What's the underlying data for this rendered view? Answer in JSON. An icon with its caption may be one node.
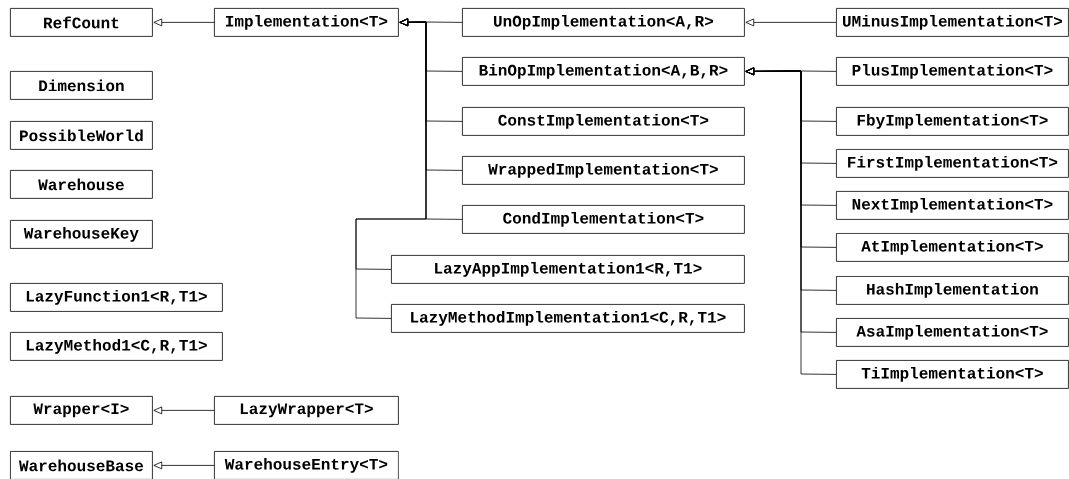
{
  "diagram": {
    "nodes": [
      {
        "text": [
          "RefCount"
        ]
      },
      {
        "text": [
          "Implementation<T>"
        ]
      },
      {
        "text": [
          "UnOpImplementation<A,R>"
        ]
      },
      {
        "text": [
          "UMinusImplementation<T>"
        ]
      },
      {
        "text": [
          "Dimension"
        ]
      },
      {
        "text": [
          "BinOpImplementation<A,B,R>"
        ]
      },
      {
        "text": [
          "PlusImplementation<T>"
        ]
      },
      {
        "text": [
          "PossibleWorld"
        ]
      },
      {
        "text": [
          "ConstImplementation<T>"
        ]
      },
      {
        "text": [
          "FbyImplementation<T>"
        ]
      },
      {
        "text": [
          "FirstImplementation<T>"
        ]
      },
      {
        "text": [
          "Warehouse"
        ]
      },
      {
        "text": [
          "WrappedImplementation<T>"
        ]
      },
      {
        "text": [
          "NextImplementation<T>"
        ]
      },
      {
        "text": [
          "CondImplementation<T>"
        ]
      },
      {
        "text": [
          "WarehouseKey"
        ]
      },
      {
        "text": [
          "AtImplementation<T>"
        ]
      },
      {
        "text": [
          "LazyAppImplementation1<R,T1>"
        ]
      },
      {
        "text": [
          "HashImplementation"
        ]
      },
      {
        "text": [
          "LazyFunction1<R,T1>"
        ]
      },
      {
        "text": [
          "AsaImplementation<T>"
        ]
      },
      {
        "text": [
          "LazyMethodImplementation1<C,R,T1>"
        ]
      },
      {
        "text": [
          "LazyMethod1<C,R,T1>"
        ]
      },
      {
        "text": [
          "TiImplementation<T>"
        ]
      },
      {
        "text": [
          "Wrapper<I>"
        ]
      },
      {
        "text": [
          "LazyWrapper<T>"
        ]
      },
      {
        "text": [
          "WarehouseBase"
        ]
      },
      {
        "text": [
          "WarehouseEntry<T>"
        ]
      }
    ],
    "edges": [
      {
        "from": 1,
        "to": 0,
        "arrow": "to"
      },
      {
        "from": 2,
        "to": 1,
        "arrow": "to"
      },
      {
        "from": 5,
        "to": 1,
        "arrow": "to"
      },
      {
        "from": 8,
        "to": 1,
        "arrow": "to"
      },
      {
        "from": 12,
        "to": 1,
        "arrow": "to"
      },
      {
        "from": 14,
        "to": 1,
        "arrow": "to"
      },
      {
        "from": 17,
        "to": 1,
        "arrow": "to"
      },
      {
        "from": 21,
        "to": 1,
        "arrow": "to"
      },
      {
        "from": 3,
        "to": 2,
        "arrow": "to"
      },
      {
        "from": 6,
        "to": 5,
        "arrow": "to"
      },
      {
        "from": 9,
        "to": 5,
        "arrow": "to"
      },
      {
        "from": 10,
        "to": 5,
        "arrow": "to"
      },
      {
        "from": 13,
        "to": 5,
        "arrow": "to"
      },
      {
        "from": 16,
        "to": 5,
        "arrow": "to"
      },
      {
        "from": 18,
        "to": 5,
        "arrow": "to"
      },
      {
        "from": 20,
        "to": 5,
        "arrow": "to"
      },
      {
        "from": 23,
        "to": 5,
        "arrow": "to"
      },
      {
        "from": 25,
        "to": 24,
        "arrow": "to"
      },
      {
        "from": 27,
        "to": 26,
        "arrow": "to"
      }
    ]
  }
}
